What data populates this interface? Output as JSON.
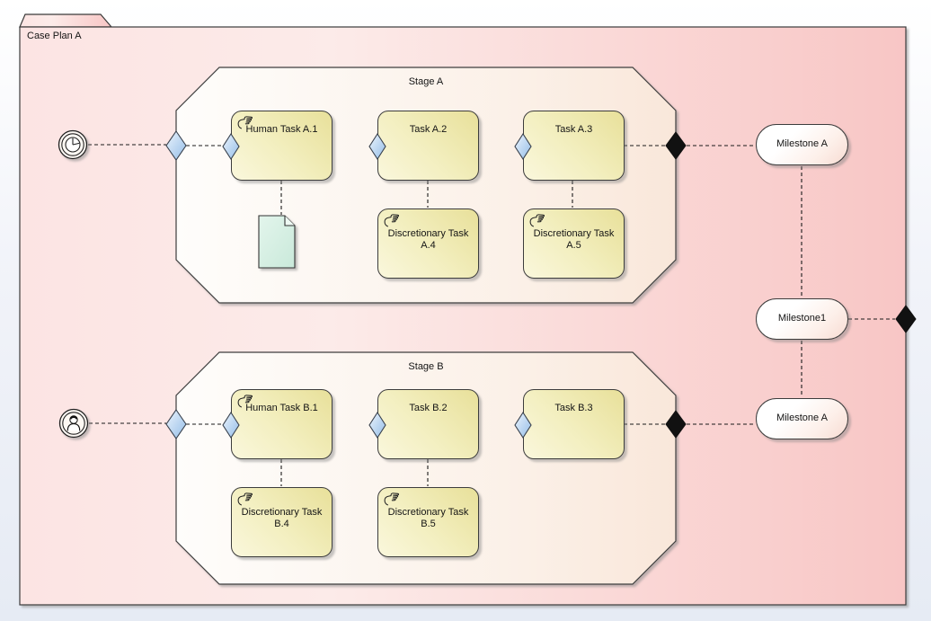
{
  "diagram": {
    "notation": "CMMN case plan diagram",
    "background_top": "#ffffff",
    "background_bottom": "#e6ebf4"
  },
  "case_plan": {
    "label": "Case Plan A",
    "fill_left": "#fce4e3",
    "fill_right": "#f8c6c5",
    "border_color": "#3a3a3a"
  },
  "stages": [
    {
      "label": "Stage A",
      "entry_criterion_on_stage": true,
      "exit_criterion_on_stage": true,
      "tasks": [
        {
          "label": "Human Task A.1",
          "type": "human-task",
          "icon": "manual-task-hand-icon",
          "has_entry_criterion": true
        },
        {
          "label": "Task A.2",
          "type": "task",
          "has_entry_criterion": true
        },
        {
          "label": "Task A.3",
          "type": "task",
          "has_entry_criterion": true
        },
        {
          "label": "Discretionary Task A.4",
          "type": "discretionary-human-task",
          "icon": "manual-task-hand-icon"
        },
        {
          "label": "Discretionary Task A.5",
          "type": "discretionary-human-task",
          "icon": "manual-task-hand-icon"
        }
      ],
      "case_file_item": {
        "shape": "document",
        "fill": "#d9f0e5"
      }
    },
    {
      "label": "Stage B",
      "entry_criterion_on_stage": true,
      "exit_criterion_on_stage": true,
      "tasks": [
        {
          "label": "Human Task B.1",
          "type": "human-task",
          "icon": "manual-task-hand-icon",
          "has_entry_criterion": true
        },
        {
          "label": "Task B.2",
          "type": "task",
          "has_entry_criterion": true
        },
        {
          "label": "Task B.3",
          "type": "task",
          "has_entry_criterion": true
        },
        {
          "label": "Discretionary Task B.4",
          "type": "discretionary-human-task",
          "icon": "manual-task-hand-icon"
        },
        {
          "label": "Discretionary Task B.5",
          "type": "discretionary-human-task",
          "icon": "manual-task-hand-icon"
        }
      ]
    }
  ],
  "milestones": [
    {
      "label": "Milestone A",
      "position": "top-right"
    },
    {
      "label": "Milestone1",
      "position": "middle-right"
    },
    {
      "label": "Milestone A",
      "position": "bottom-right"
    }
  ],
  "event_listeners": [
    {
      "type": "timer-event-listener",
      "icon": "clock-icon"
    },
    {
      "type": "user-event-listener",
      "icon": "person-icon"
    }
  ],
  "colors": {
    "task_fill_dark": "#e8e09a",
    "task_fill_light": "#faf7dc",
    "stage_fill_left": "#fefdfb",
    "stage_fill_right": "#f9e7da",
    "milestone_fill_edge": "#f7dbd2",
    "entry_criterion_fill": "#9cc2e9",
    "exit_criterion_fill": "#111111",
    "connector_color": "#1a1a1a",
    "connector_style": "dashed"
  }
}
